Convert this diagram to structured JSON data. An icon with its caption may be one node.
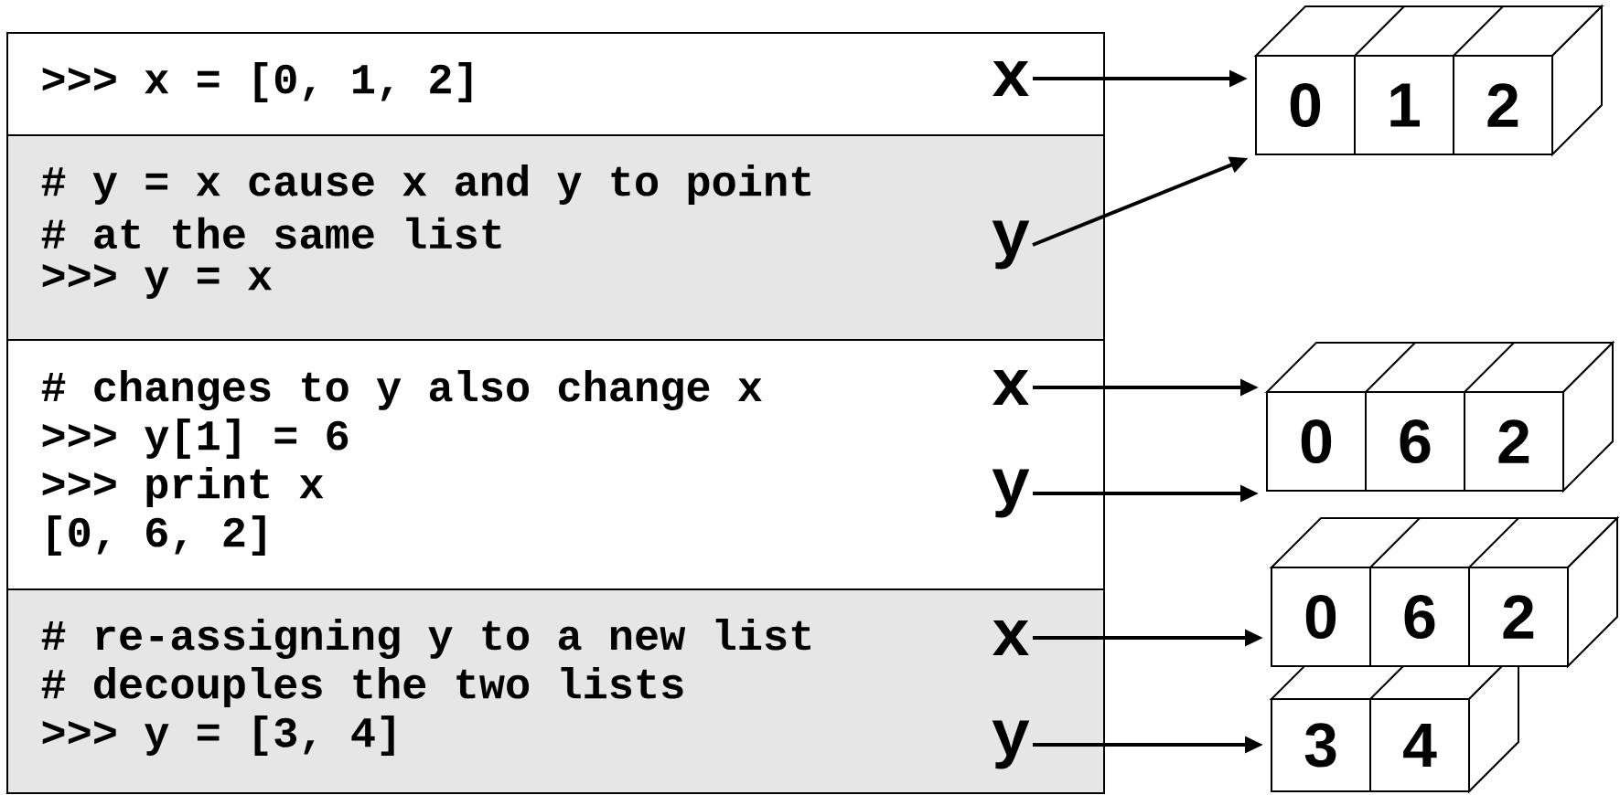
{
  "diagram": {
    "nodes": [
      {
        "text": [
          ">>> x = [0, 1, 2]"
        ]
      },
      {
        "text": [
          "x"
        ],
        "in": 0
      },
      {
        "text": [
          "0",
          "1",
          "2"
        ]
      },
      {
        "text": [
          "# y = x cause x and y to point",
          "# at the same list",
          ">>> y = x"
        ]
      },
      {
        "text": [
          "y"
        ],
        "in": 3
      },
      {
        "text": [
          "# changes to y also change x",
          ">>> y[1] = 6",
          ">>> print x",
          "[0, 6, 2]"
        ]
      },
      {
        "text": [
          "x"
        ],
        "in": 5
      },
      {
        "text": [
          "y"
        ],
        "in": 5
      },
      {
        "text": [
          "0",
          "6",
          "2"
        ]
      },
      {
        "text": [
          "# re-assigning y to a new list",
          "# decouples the two lists",
          ">>> y = [3, 4]"
        ]
      },
      {
        "text": [
          "x"
        ],
        "in": 9
      },
      {
        "text": [
          "y"
        ],
        "in": 9
      },
      {
        "text": [
          "0",
          "6",
          "2"
        ]
      },
      {
        "text": [
          "3",
          "4"
        ]
      }
    ],
    "edges": [
      {
        "from": 1,
        "to": 2,
        "arrow": "to"
      },
      {
        "from": 4,
        "to": 2,
        "arrow": "to"
      },
      {
        "from": 6,
        "to": 8,
        "arrow": "to"
      },
      {
        "from": 7,
        "to": 8,
        "arrow": "to"
      },
      {
        "from": 10,
        "to": 12,
        "arrow": "to"
      },
      {
        "from": 11,
        "to": 13,
        "arrow": "to"
      }
    ]
  }
}
